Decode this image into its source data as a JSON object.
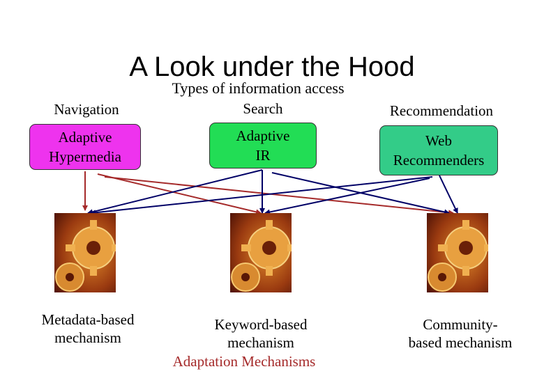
{
  "title": "A Look under the Hood",
  "subtitle": "Types of information access",
  "columns": [
    {
      "heading": "Navigation",
      "box_label": "Adaptive\nHypermedia",
      "mechanism": "Metadata-based\nmechanism"
    },
    {
      "heading": "Search",
      "box_label": "Adaptive\nIR",
      "mechanism": "Keyword-based\nmechanism"
    },
    {
      "heading": "Recommendation",
      "box_label": "Web\nRecommenders",
      "mechanism": "Community-\nbased mechanism"
    }
  ],
  "footer": "Adaptation Mechanisms",
  "colors": {
    "hypermedia_box": "#ee33ee",
    "ir_box": "#22dd55",
    "recommender_box": "#33cc88",
    "arrow_red": "#a52a2a",
    "arrow_navy": "#000066",
    "footer_text": "#a52a2a"
  }
}
